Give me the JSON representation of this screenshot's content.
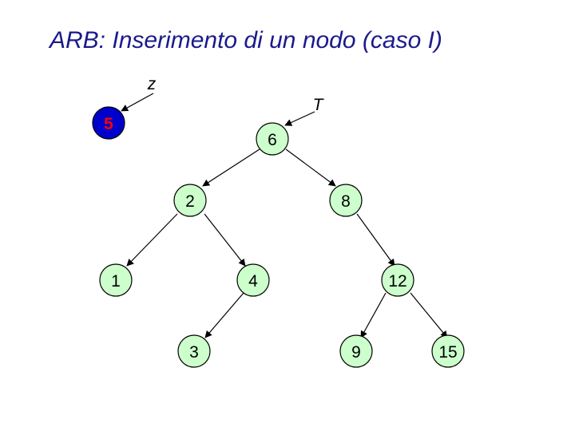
{
  "title": "ARB: Inserimento di un nodo (caso I)",
  "pointers": {
    "z": "z",
    "t": "T"
  },
  "nodes": {
    "new_node": "5",
    "root": "6",
    "n2": "2",
    "n8": "8",
    "n1": "1",
    "n4": "4",
    "n12": "12",
    "n3": "3",
    "n9": "9",
    "n15": "15"
  },
  "colors": {
    "title": "#1a1a8c",
    "node_fill": "#ccffcc",
    "new_node_fill": "#0000cc",
    "new_node_text": "#ff0000"
  }
}
